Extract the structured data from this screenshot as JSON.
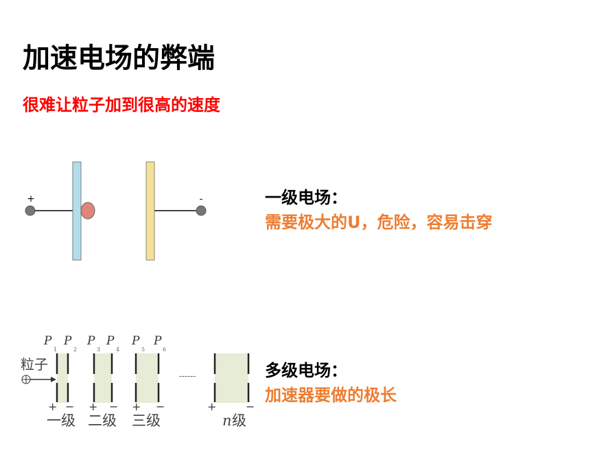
{
  "title": "加速电场的弊端",
  "subtitle": "很难让粒子加到很高的速度",
  "single": {
    "heading": "一级电场：",
    "desc": "需要极大的U，危险，容易击穿",
    "plus": "+",
    "minus": "-"
  },
  "multi": {
    "heading": "多级电场：",
    "desc": "加速器要做的极长",
    "particle": "粒子",
    "dots": "------",
    "plates": [
      "P",
      "P",
      "P",
      "P",
      "P",
      "P"
    ],
    "subs": [
      "1",
      "2",
      "3",
      "4",
      "5",
      "6"
    ],
    "stages": [
      "一级",
      "二级",
      "三级",
      "级"
    ],
    "n": "n",
    "plus": "+",
    "minus": "−"
  },
  "colors": {
    "red": "#FF0000",
    "orange": "#ED7D31",
    "plate_pos": "#B4DDE9",
    "plate_neg": "#F5E09A",
    "particle": "#E0857A",
    "gap": "#E6ECD6"
  }
}
